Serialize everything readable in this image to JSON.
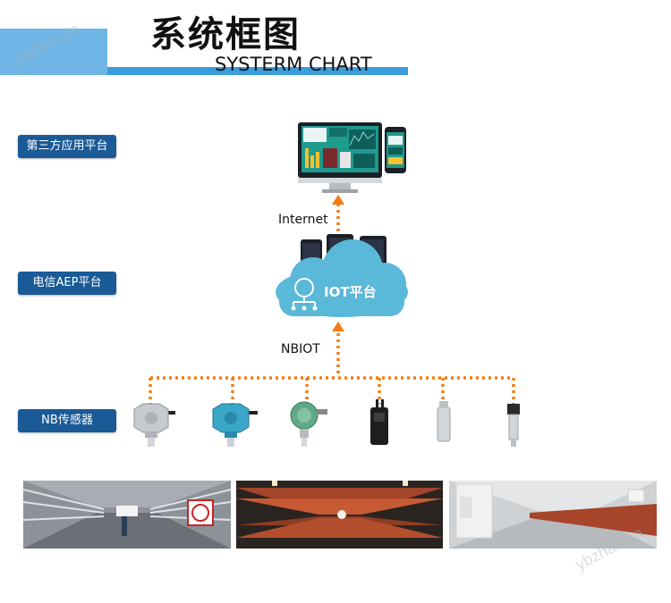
{
  "header": {
    "title_cn": "系统框图",
    "title_en": "SYSTERM CHART"
  },
  "layers": {
    "third_party": "第三方应用平台",
    "aep": "电信AEP平台",
    "sensors": "NB传感器"
  },
  "links": {
    "internet": "Internet",
    "nbiot": "NBIOT"
  },
  "cloud": {
    "label": "IOT平台"
  },
  "watermark": "ybzhan.cn",
  "colors": {
    "accent": "#1a5a96",
    "band": "#3a9ddc",
    "dotted": "#f07c12",
    "cloud": "#5ab8d8"
  },
  "sensor_icons": [
    "gas-detector-icon",
    "gas-detector-blue-icon",
    "gas-detector-green-icon",
    "data-logger-icon",
    "cylindrical-probe-icon",
    "pressure-transmitter-icon"
  ],
  "photos": [
    "utility-tunnel-cable-trays",
    "utility-tunnel-pipes-red",
    "utility-tunnel-pipe-gallery"
  ]
}
